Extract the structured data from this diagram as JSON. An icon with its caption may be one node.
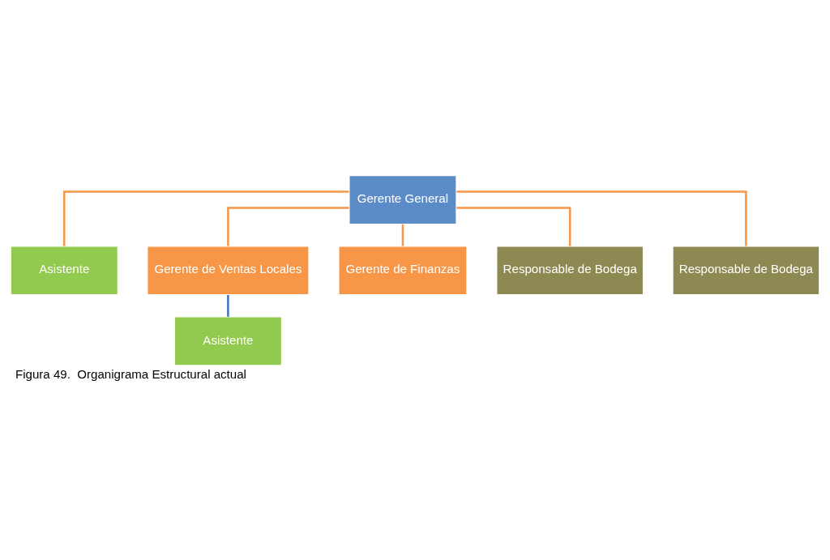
{
  "diagram": {
    "caption": "Figura 49.  Organigrama Estructural actual",
    "nodes": [
      {
        "text": [
          "Gerente General"
        ]
      },
      {
        "text": [
          "Asistente"
        ]
      },
      {
        "text": [
          "Gerente de Ventas Locales"
        ]
      },
      {
        "text": [
          "Gerente de Finanzas"
        ]
      },
      {
        "text": [
          "Asistente"
        ]
      },
      {
        "text": [
          "Responsable de Bodega"
        ]
      },
      {
        "text": [
          "Responsable de Bodega"
        ]
      }
    ],
    "edges": [
      {
        "from": 0,
        "to": 1,
        "arrow": "none"
      },
      {
        "from": 0,
        "to": 2,
        "arrow": "none"
      },
      {
        "from": 0,
        "to": 3,
        "arrow": "none"
      },
      {
        "from": 2,
        "to": 4,
        "arrow": "none",
        "color": "#4472c4"
      },
      {
        "from": 0,
        "to": 5,
        "arrow": "none"
      },
      {
        "from": 0,
        "to": 6,
        "arrow": "none"
      }
    ]
  }
}
